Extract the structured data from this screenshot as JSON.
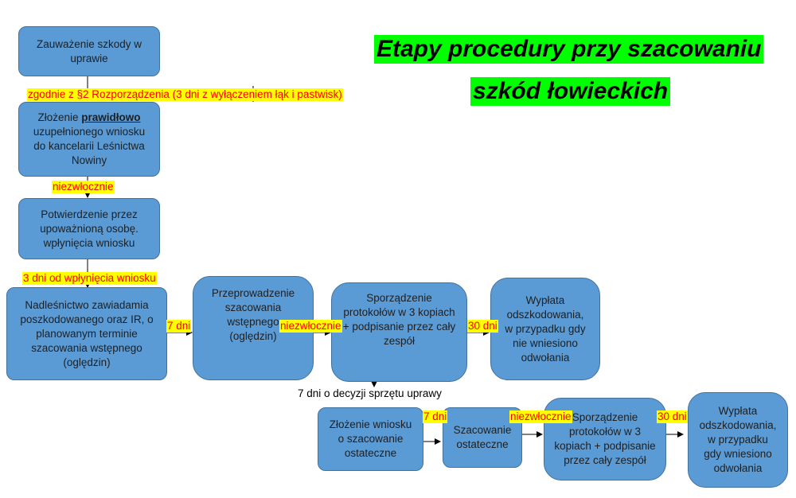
{
  "title": {
    "line1": "Etapy procedury przy szacowaniu",
    "line2": "szkód łowieckich"
  },
  "boxes": {
    "b1": "Zauważenie szkody w\nuprawie",
    "b2_pre": "Złożenie ",
    "b2_bold": "prawidłowo",
    "b2_post": "\nuzupełnionego wniosku\ndo kancelarii Leśnictwa\nNowiny",
    "b3": "Potwierdzenie przez\nupoważnioną osobę.\nwpłynięcia wniosku",
    "b4": "Nadleśnictwo zawiadamia\nposzkodowanego oraz IR, o\nplanowanym terminie\nszacowania wstępnego\n(oględzin)",
    "b5": "Przeprowadzenie\nszacowania\nwstępnego\n(oględzin)",
    "b6": "Sporządzenie\nprotokołów w 3 kopiach\n+ podpisanie przez cały\nzespół",
    "b7": "Wypłata\nodszkodowania,\nw przypadku gdy\nnie wniesiono\nodwołania",
    "b8": "Złożenie wniosku\no szacowanie\nostateczne",
    "b9": "Szacowanie\nostateczne",
    "b10": "Sporządzenie\nprotokołów w 3\nkopiach + podpisanie\nprzez cały zespół",
    "b11": "Wypłata\nodszkodowania,\nw przypadku\ngdy wniesiono\nodwołania"
  },
  "labels": {
    "l1": "zgodnie z  §2 Rozporządzenia (3 dni z wyłączeniem łąk i pastwisk)",
    "l2": "niezwłocznie",
    "l3": "3 dni od wpłynięcia wniosku",
    "l4": "7 dni",
    "l5": "niezwłocznie",
    "l6": "30 dni",
    "l7": "7 dni o decyzji sprzętu uprawy",
    "l8": "7 dni",
    "l9": "niezwłocznie",
    "l10": "30 dni"
  }
}
